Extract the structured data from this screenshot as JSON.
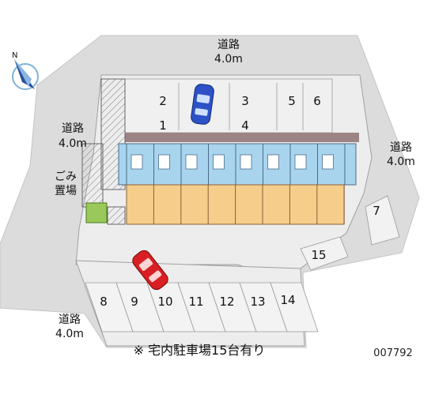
{
  "compass": {
    "north_label": "N"
  },
  "roads": [
    {
      "id": "top",
      "name": "道路",
      "width": "4.0m"
    },
    {
      "id": "left",
      "name": "道路",
      "width": "4.0m"
    },
    {
      "id": "right",
      "name": "道路",
      "width": "4.0m"
    },
    {
      "id": "bottom",
      "name": "道路",
      "width": "4.0m"
    }
  ],
  "garbage": {
    "line1": "ごみ",
    "line2": "置場"
  },
  "parking_numbers": [
    "1",
    "2",
    "3",
    "4",
    "5",
    "6",
    "7",
    "8",
    "9",
    "10",
    "11",
    "12",
    "13",
    "14",
    "15"
  ],
  "note": "※ 宅内駐車場15台有り",
  "code": "007792",
  "colors": {
    "ground": "#dcdcdc",
    "lot": "#ededed",
    "building_front": "#a8d4ee",
    "building_back": "#f7cd8c",
    "walkway": "#9c8484",
    "garbage_box": "#9ac85a",
    "car_blue": "#2d52c8",
    "car_red": "#d81f23"
  }
}
